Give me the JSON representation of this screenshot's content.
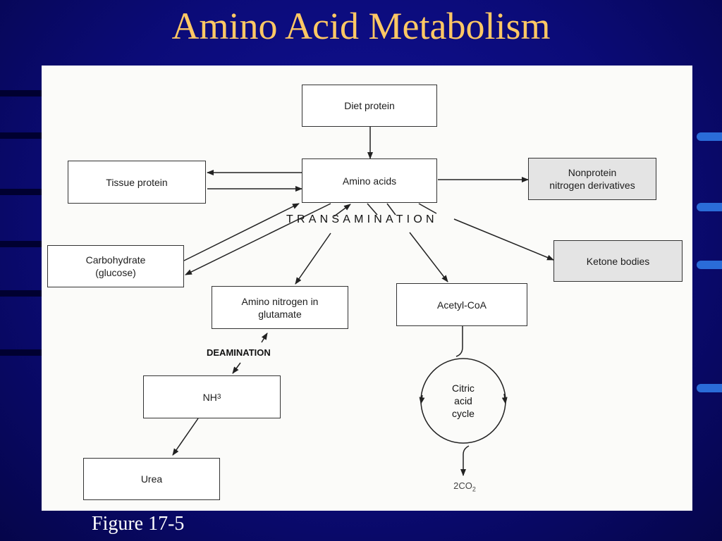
{
  "slide": {
    "title": "Amino Acid Metabolism",
    "caption": "Figure 17-5"
  },
  "diagram": {
    "nodes": {
      "diet_protein": "Diet protein",
      "amino_acids": "Amino acids",
      "tissue_protein": "Tissue protein",
      "nonprotein_nitrogen": "Nonprotein\nnitrogen derivatives",
      "carbohydrate": "Carbohydrate\n(glucose)",
      "ketone_bodies": "Ketone bodies",
      "amino_nitrogen": "Amino nitrogen in\nglutamate",
      "acetyl_coa": "Acetyl-CoA",
      "nh3_base": "NH",
      "nh3_sub": "3",
      "urea": "Urea",
      "citric_acid_cycle": "Citric\nacid\ncycle",
      "co2_base": "2CO",
      "co2_sub": "2"
    },
    "labels": {
      "transamination": "TRANSAMINATION",
      "deamination": "DEAMINATION"
    },
    "colors": {
      "shaded_box": "#e4e4e4",
      "title": "#ffc864",
      "background": "#0a0a72"
    }
  }
}
